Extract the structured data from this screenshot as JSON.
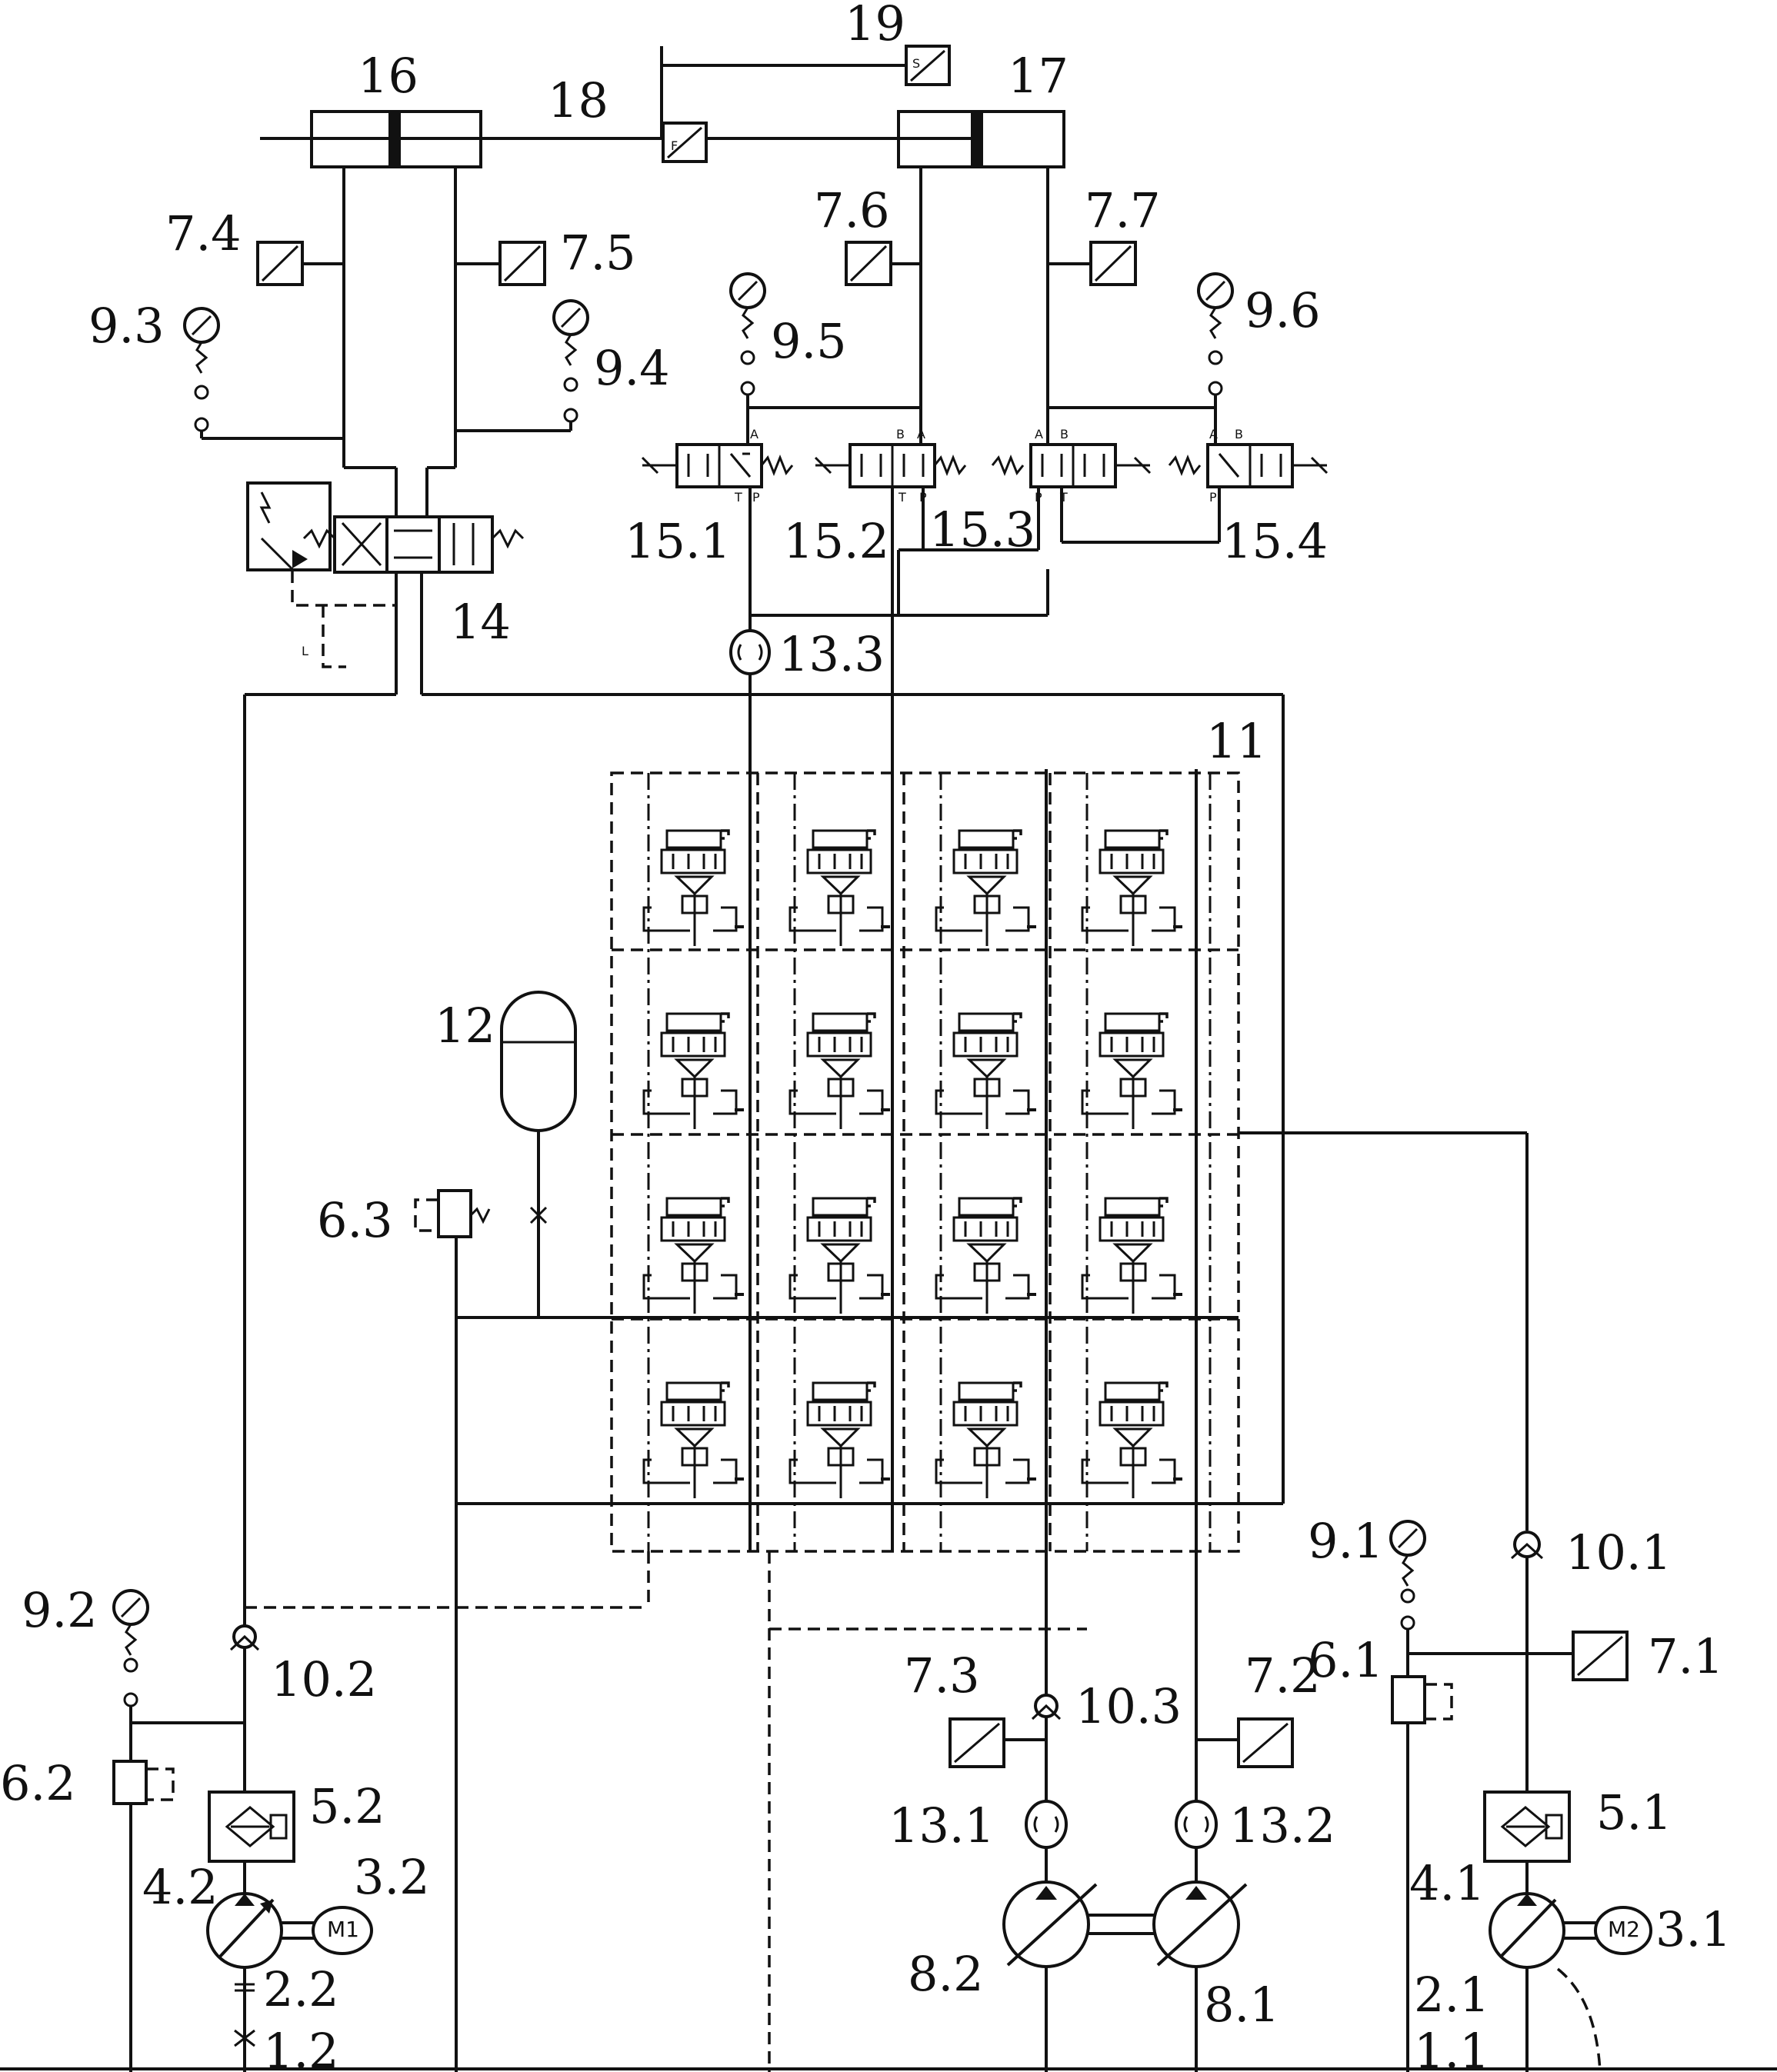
{
  "labels": {
    "l16": "16",
    "l17": "17",
    "l18": "18",
    "l19": "19",
    "l7_4": "7.4",
    "l7_5": "7.5",
    "l7_6": "7.6",
    "l7_7": "7.7",
    "l9_3": "9.3",
    "l9_4": "9.4",
    "l9_5": "9.5",
    "l9_6": "9.6",
    "l15_1": "15.1",
    "l15_2": "15.2",
    "l15_3": "15.3",
    "l15_4": "15.4",
    "l14": "14",
    "l13_3": "13.3",
    "l11": "11",
    "l12": "12",
    "l6_3": "6.3",
    "l9_1": "9.1",
    "l10_1": "10.1",
    "l7_1": "7.1",
    "l6_1": "6.1",
    "l9_2": "9.2",
    "l10_2": "10.2",
    "l6_2": "6.2",
    "l5_2": "5.2",
    "l4_2": "4.2",
    "l3_2": "3.2",
    "l2_2": "2.2",
    "l1_2": "1.2",
    "l7_3": "7.3",
    "l10_3": "10.3",
    "l7_2": "7.2",
    "l13_1": "13.1",
    "l13_2": "13.2",
    "l8_2": "8.2",
    "l8_1": "8.1",
    "l5_1": "5.1",
    "l4_1": "4.1",
    "l3_1": "3.1",
    "l2_1": "2.1",
    "l1_1": "1.1"
  },
  "symbols": {
    "pressure": "P",
    "switch": "S",
    "force": "F",
    "motor1": "M1",
    "motor2": "M2",
    "drain": "L",
    "portA": "A",
    "portB": "B",
    "portP": "P",
    "portT": "T"
  }
}
